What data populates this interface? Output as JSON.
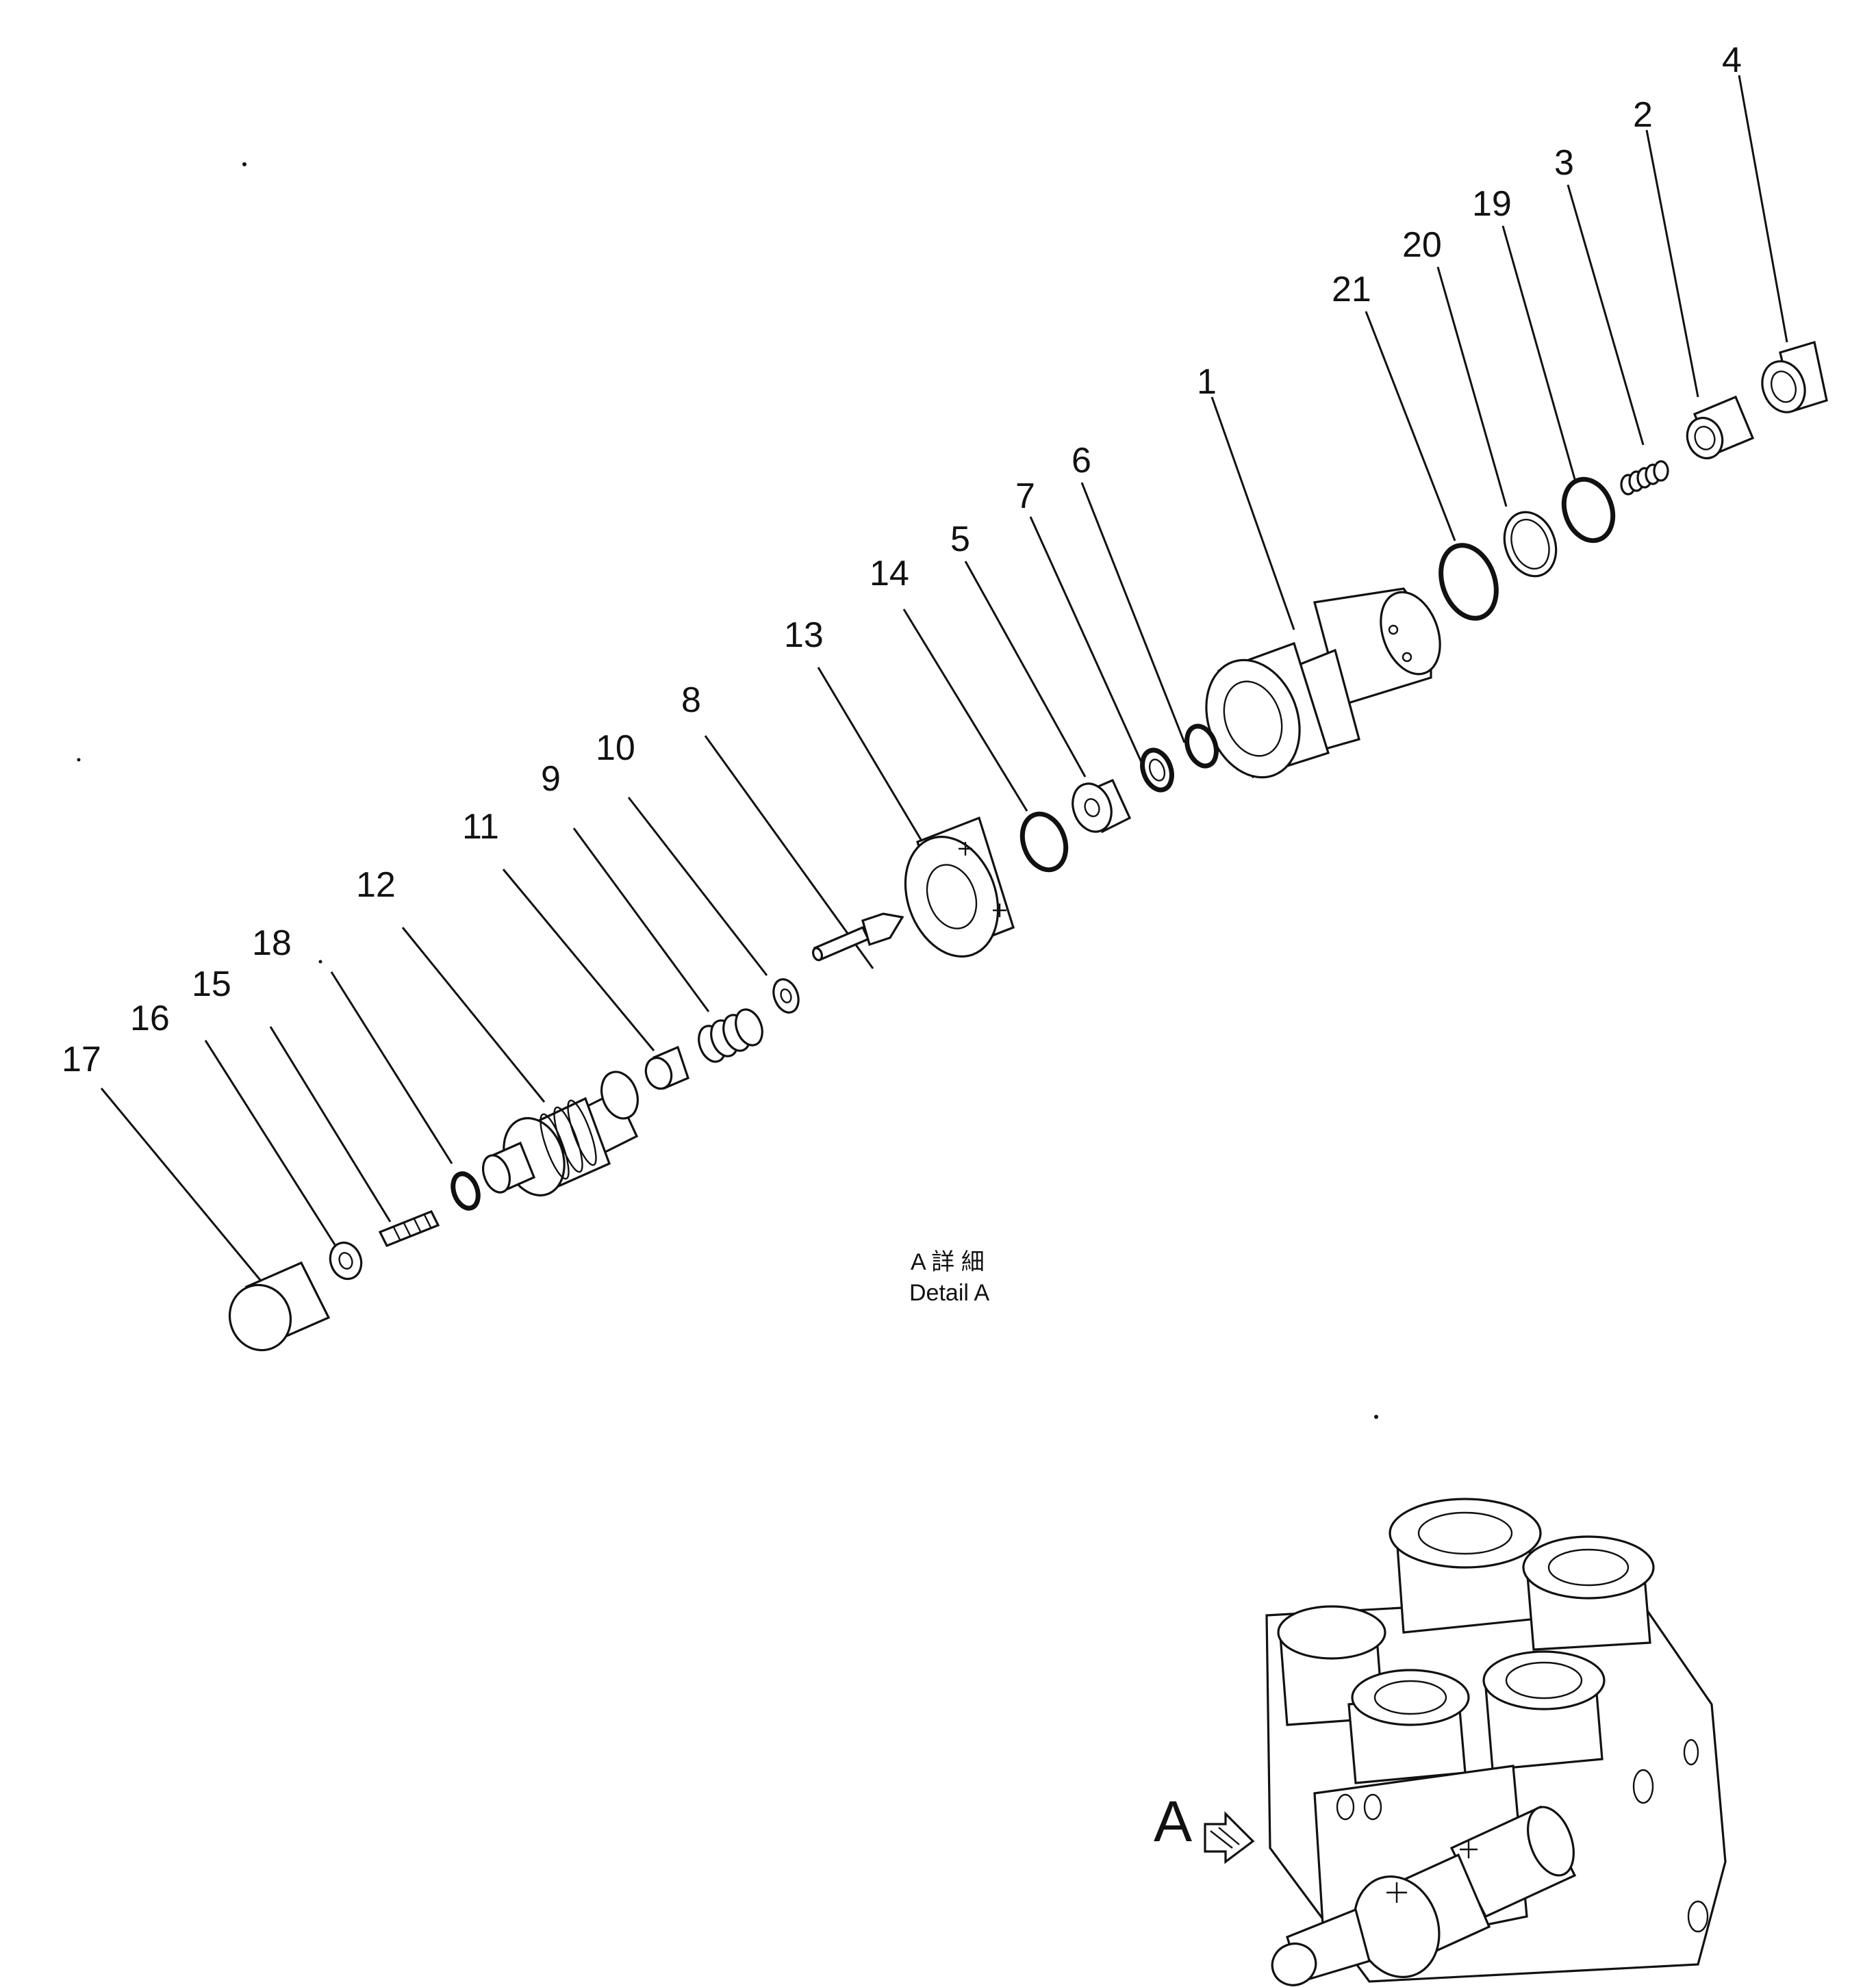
{
  "diagram": {
    "callouts": [
      {
        "id": "part-1",
        "label": "1"
      },
      {
        "id": "part-2",
        "label": "2"
      },
      {
        "id": "part-3",
        "label": "3"
      },
      {
        "id": "part-4",
        "label": "4"
      },
      {
        "id": "part-5",
        "label": "5"
      },
      {
        "id": "part-6",
        "label": "6"
      },
      {
        "id": "part-7",
        "label": "7"
      },
      {
        "id": "part-8",
        "label": "8"
      },
      {
        "id": "part-9",
        "label": "9"
      },
      {
        "id": "part-10",
        "label": "10"
      },
      {
        "id": "part-11",
        "label": "11"
      },
      {
        "id": "part-12",
        "label": "12"
      },
      {
        "id": "part-13",
        "label": "13"
      },
      {
        "id": "part-14",
        "label": "14"
      },
      {
        "id": "part-15",
        "label": "15"
      },
      {
        "id": "part-16",
        "label": "16"
      },
      {
        "id": "part-17",
        "label": "17"
      },
      {
        "id": "part-18",
        "label": "18"
      },
      {
        "id": "part-19",
        "label": "19"
      },
      {
        "id": "part-20",
        "label": "20"
      },
      {
        "id": "part-21",
        "label": "21"
      }
    ],
    "detail_caption_jp": "A 詳 細",
    "detail_caption_en": "Detail A",
    "view_marker": "A"
  }
}
